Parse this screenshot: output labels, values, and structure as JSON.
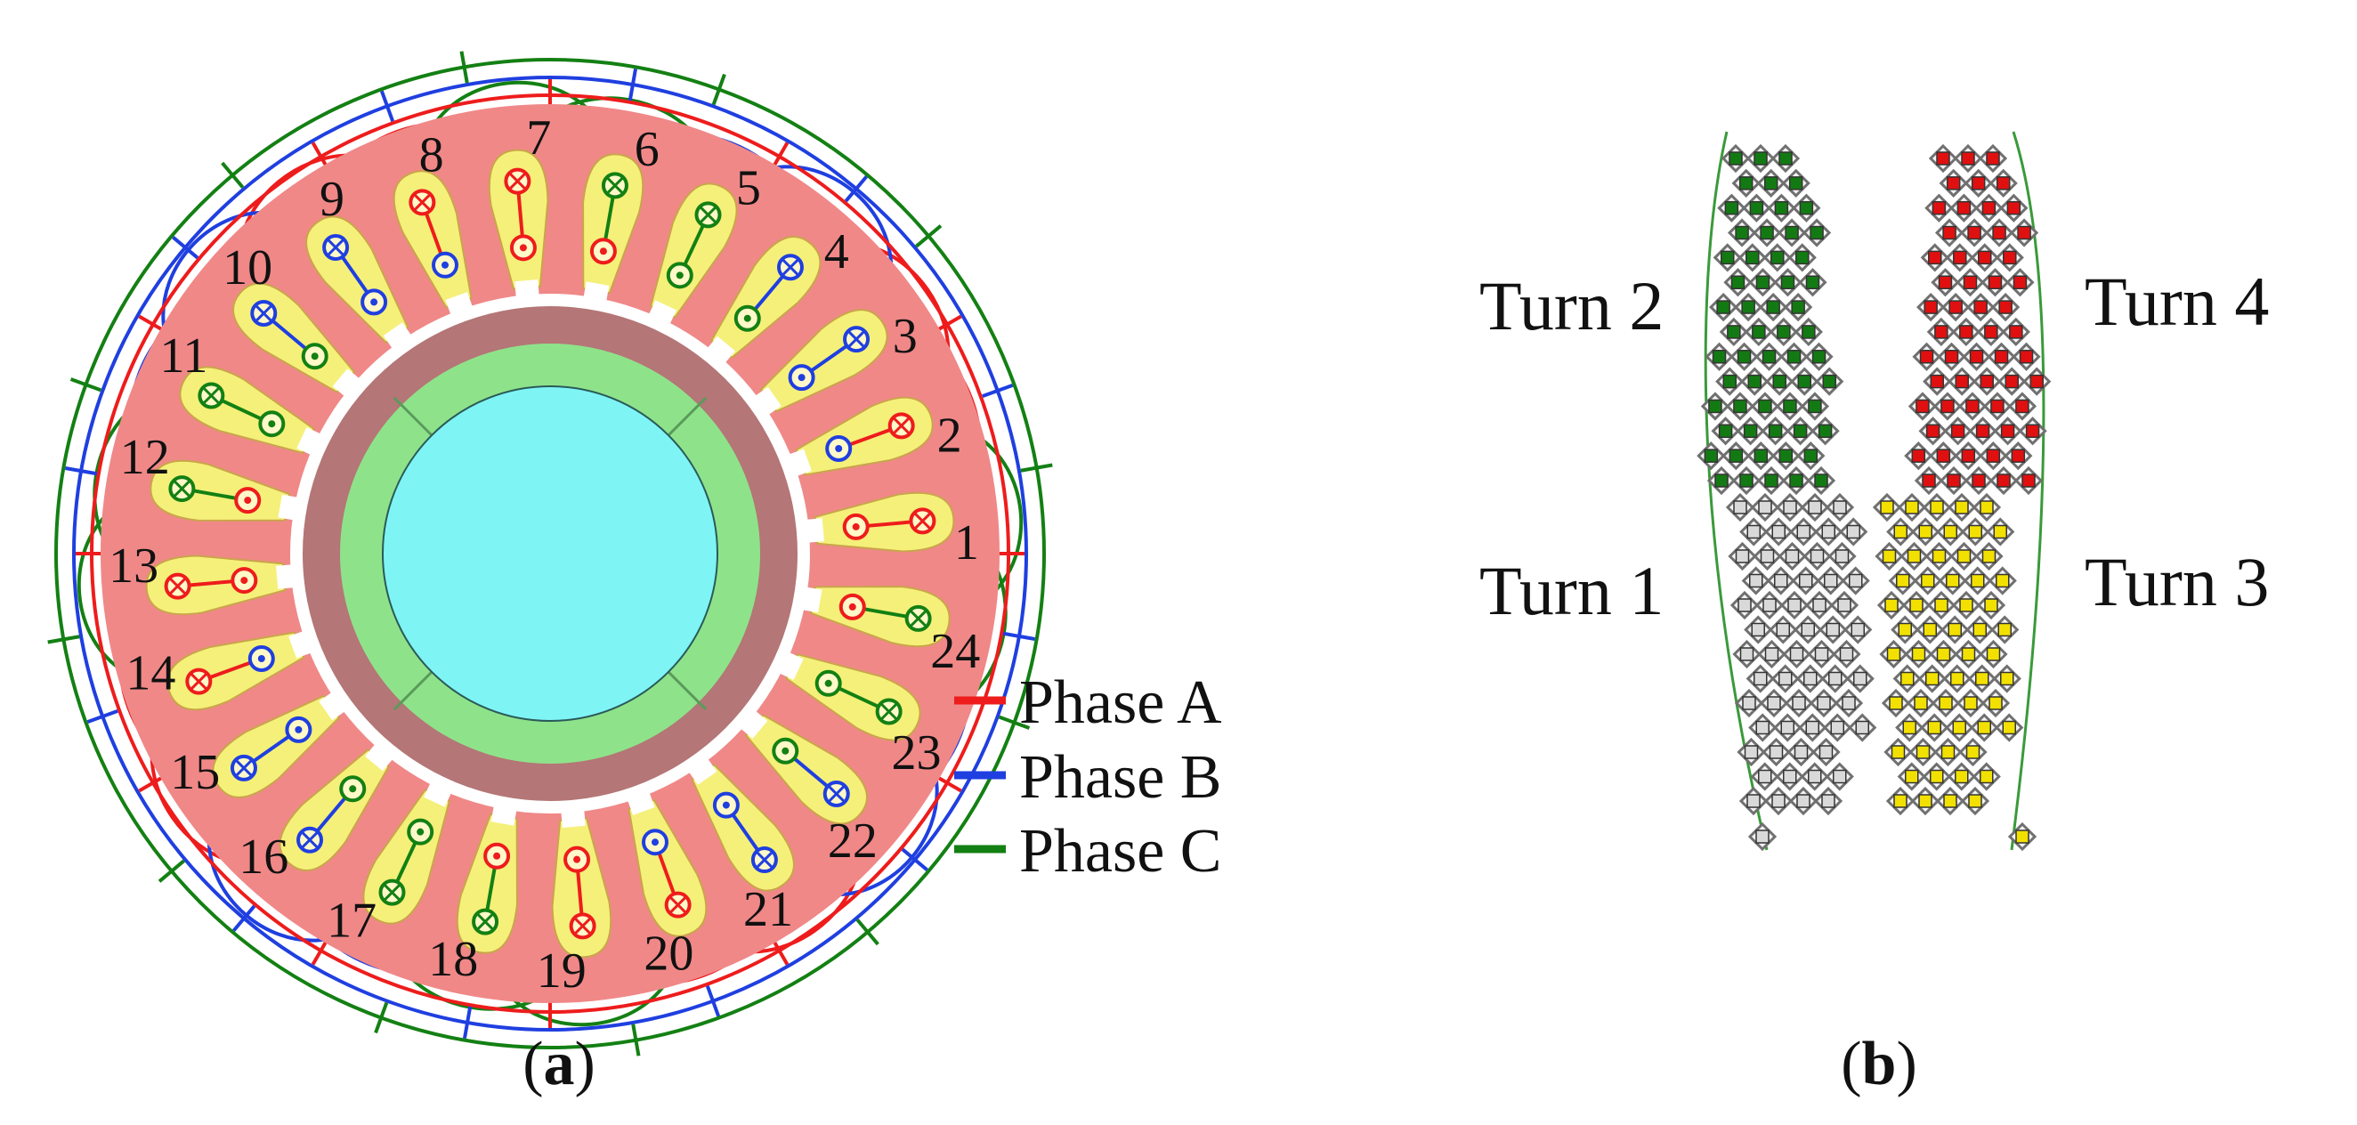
{
  "panel_a": {
    "caption_letter": "a",
    "slot_numbers": [
      "1",
      "2",
      "3",
      "4",
      "5",
      "6",
      "7",
      "8",
      "9",
      "10",
      "11",
      "12",
      "13",
      "14",
      "15",
      "16",
      "17",
      "18",
      "19",
      "20",
      "21",
      "22",
      "23",
      "24"
    ],
    "slot_phase_pairs": [
      [
        "A",
        "A"
      ],
      [
        "B",
        "A"
      ],
      [
        "B",
        "B"
      ],
      [
        "C",
        "B"
      ],
      [
        "C",
        "C"
      ],
      [
        "A",
        "C"
      ],
      [
        "A",
        "A"
      ],
      [
        "B",
        "A"
      ],
      [
        "B",
        "B"
      ],
      [
        "C",
        "B"
      ],
      [
        "C",
        "C"
      ],
      [
        "A",
        "C"
      ],
      [
        "A",
        "A"
      ],
      [
        "B",
        "A"
      ],
      [
        "B",
        "B"
      ],
      [
        "C",
        "B"
      ],
      [
        "C",
        "C"
      ],
      [
        "A",
        "C"
      ],
      [
        "A",
        "A"
      ],
      [
        "B",
        "A"
      ],
      [
        "B",
        "B"
      ],
      [
        "C",
        "B"
      ],
      [
        "C",
        "C"
      ],
      [
        "A",
        "C"
      ]
    ],
    "legend": [
      {
        "label": "Phase A",
        "color": "#ee1c1c"
      },
      {
        "label": "Phase B",
        "color": "#1f3fe0"
      },
      {
        "label": "Phase C",
        "color": "#138013"
      }
    ],
    "colors": {
      "stator": "#f08888",
      "slot": "#f5f07a",
      "rotor_ring": "#b47676",
      "magnet": "#8ee38a",
      "shaft": "#7ff4f4",
      "gap": "#ffffff"
    }
  },
  "panel_b": {
    "caption_letter": "b",
    "turn_labels": [
      "Turn 2",
      "Turn 1",
      "Turn 4",
      "Turn 3"
    ],
    "turn_colors": {
      "turn1": "#d9d9d9",
      "turn2": "#137a13",
      "turn3": "#f2e000",
      "turn4": "#e01010"
    }
  }
}
